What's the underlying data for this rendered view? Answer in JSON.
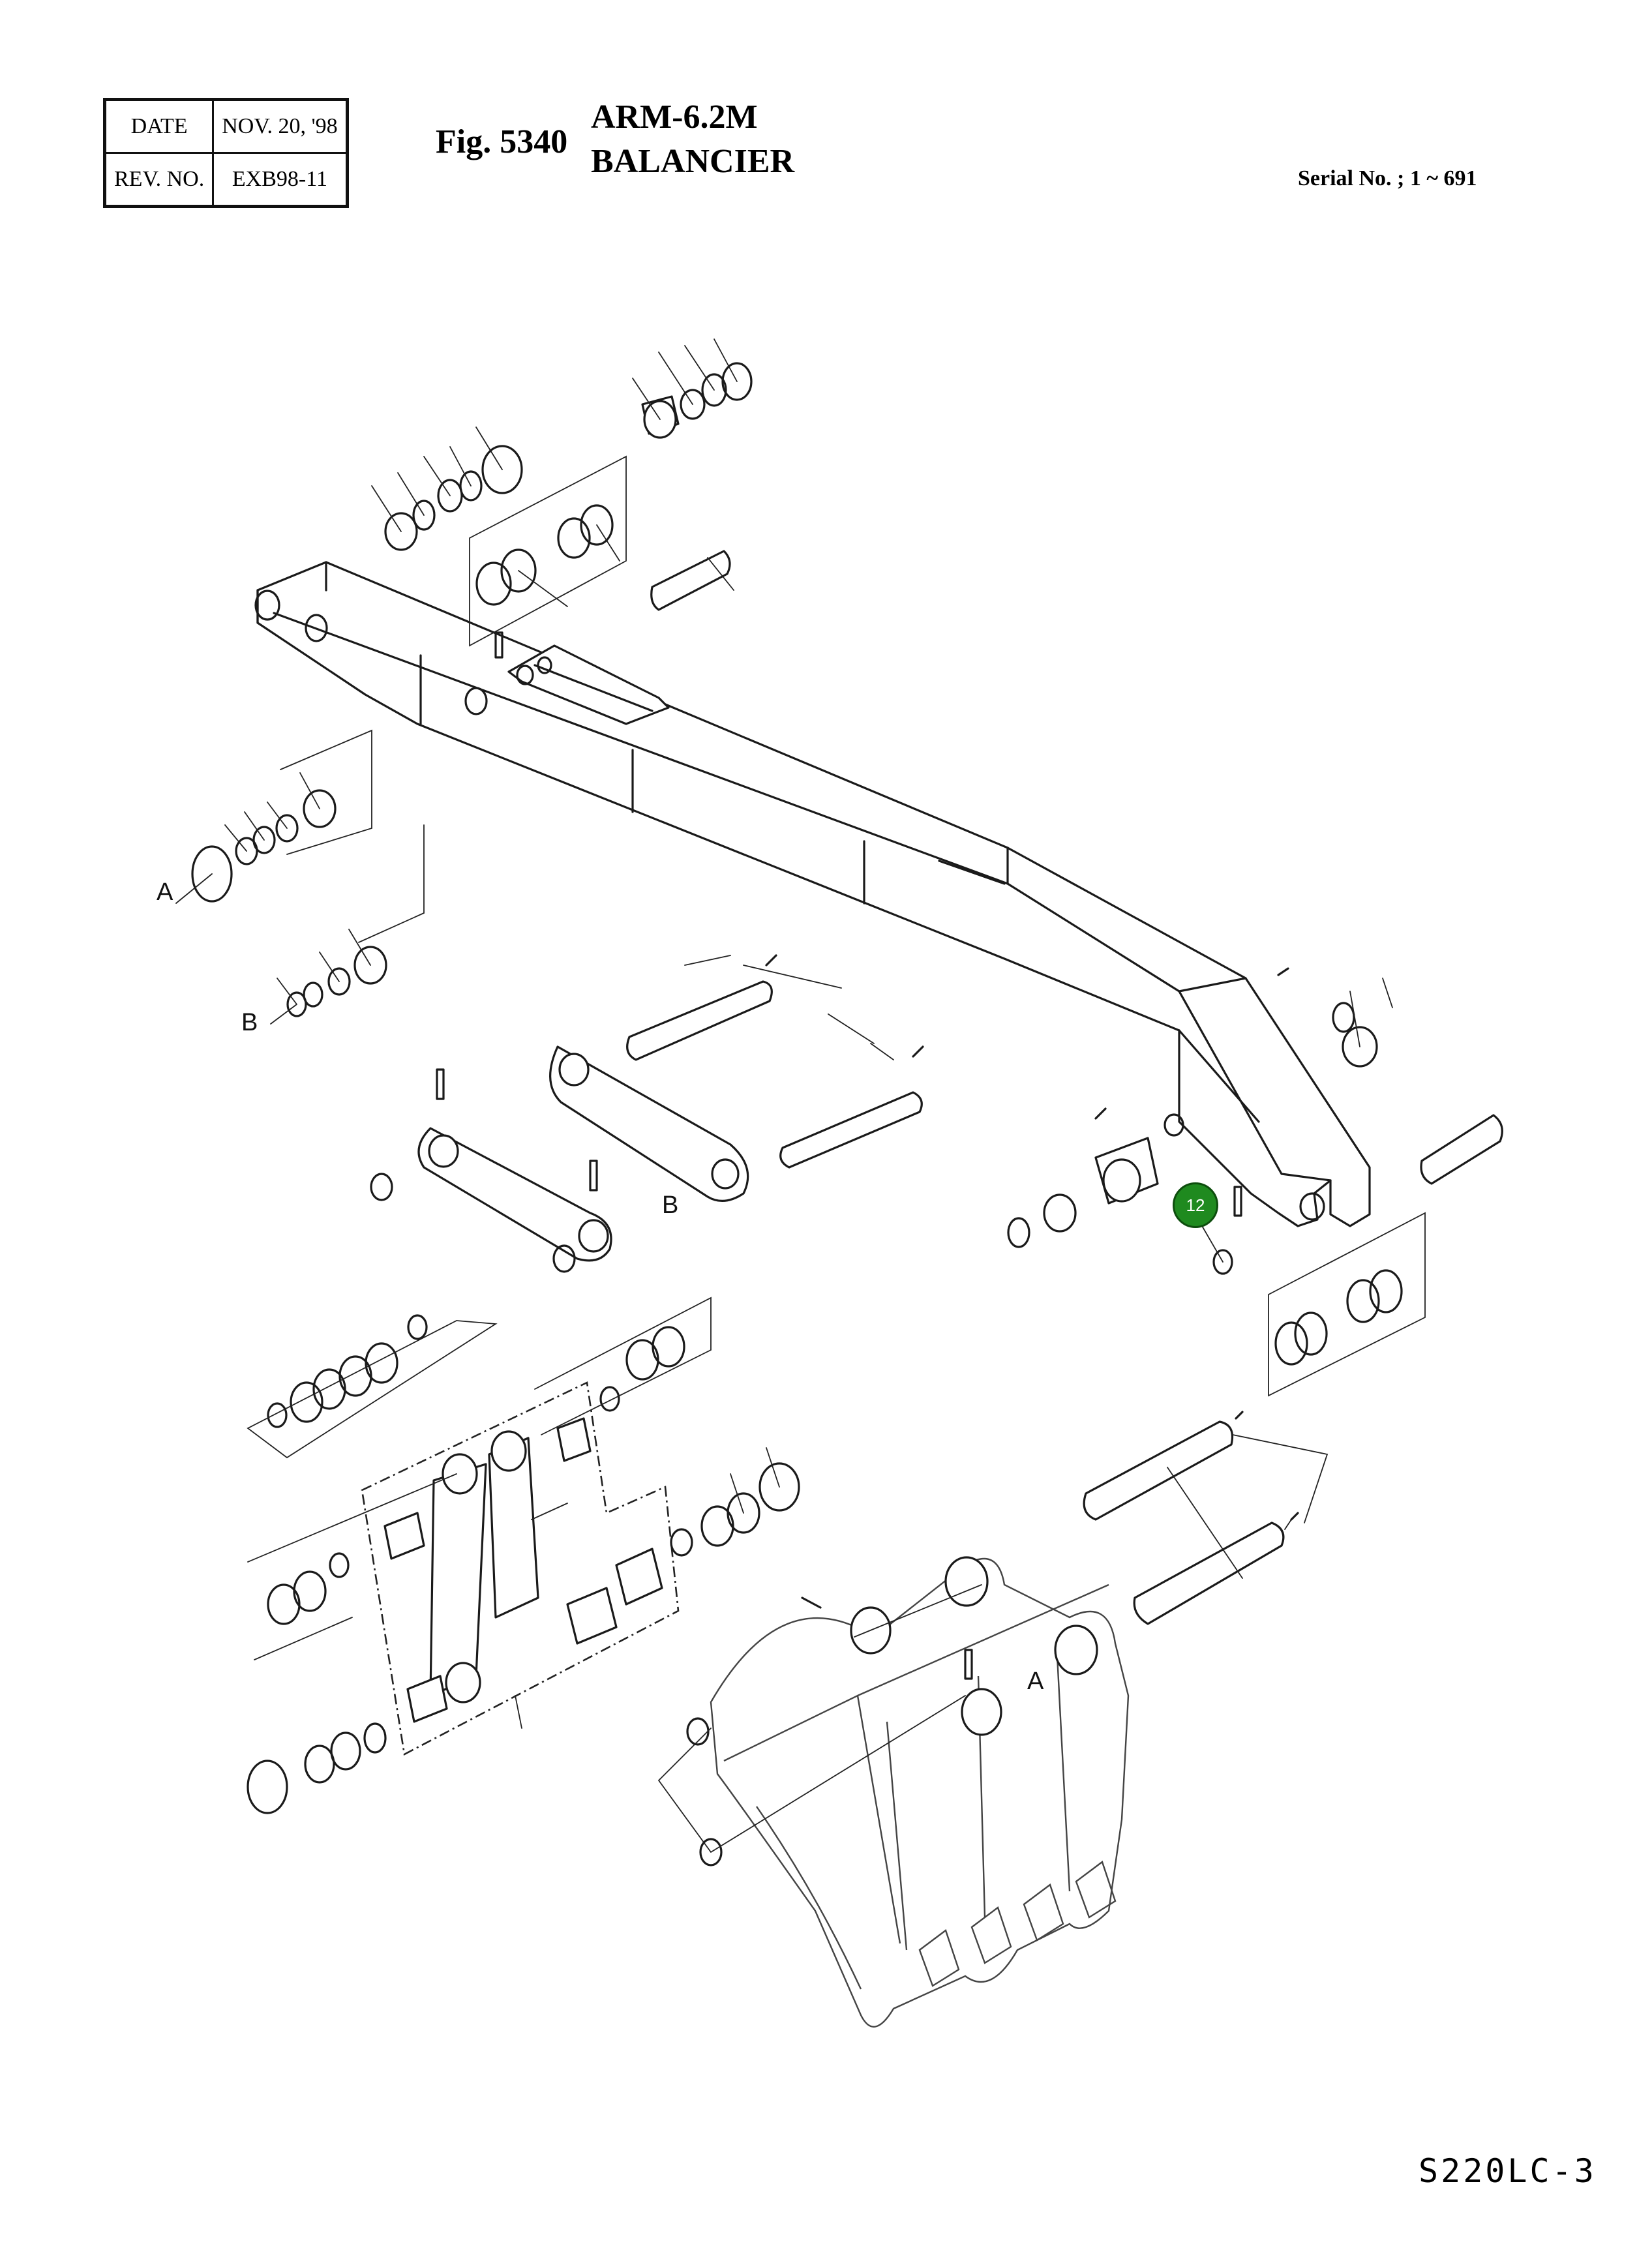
{
  "header": {
    "date_label": "DATE",
    "date_value": "NOV. 20, '98",
    "rev_label": "REV. NO.",
    "rev_value": "EXB98-11"
  },
  "figure": {
    "number": "Fig. 5340",
    "title_en": "ARM-6.2M",
    "title_fr": "BALANCIER"
  },
  "serial": "Serial No. ; 1 ~ 691",
  "model": "S220LC-3",
  "callout": {
    "number": "12",
    "color": "#1f8a1f"
  },
  "view_letters": [
    "A",
    "B",
    "B",
    "A"
  ]
}
